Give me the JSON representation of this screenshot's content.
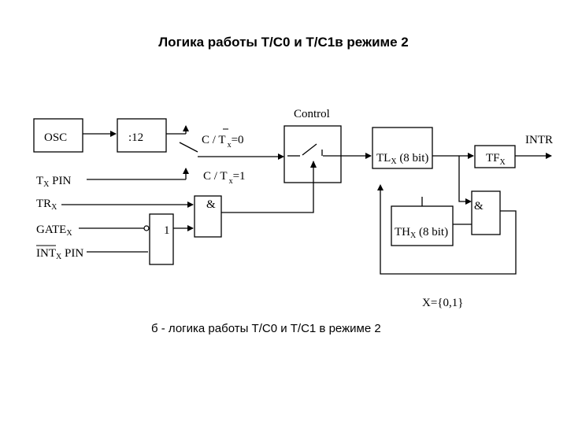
{
  "title": "Логика работы Т/С0 и Т/С1в режиме 2",
  "diagram": {
    "osc": "OSC",
    "divider": ":12",
    "control": "Control",
    "ct_zero_base": "C / T",
    "ct_zero_sub": "x",
    "ct_zero_val": "=0",
    "ct_one_base": "C / T",
    "ct_one_sub": "x",
    "ct_one_val": "=1",
    "tx_pin_base": "T",
    "tx_pin_sub": "X",
    "tx_pin_suffix": " PIN",
    "trx_base": "TR",
    "trx_sub": "X",
    "gatex_base": "GATE",
    "gatex_sub": "X",
    "intx_base": "INT",
    "intx_sub": "X",
    "intx_suffix": " PIN",
    "and_symbol": "&",
    "or_symbol": "1",
    "tl_base": "TL",
    "tl_sub": "X",
    "tl_suffix": " (8 bit)",
    "th_base": "TH",
    "th_sub": "X",
    "th_suffix": " (8 bit)",
    "tf_base": "TF",
    "tf_sub": "X",
    "intr": "INTR",
    "and2_symbol": "&",
    "x_values": "X={0,1}"
  },
  "caption": "б - логика работы Т/С0 и Т/С1 в режиме 2"
}
